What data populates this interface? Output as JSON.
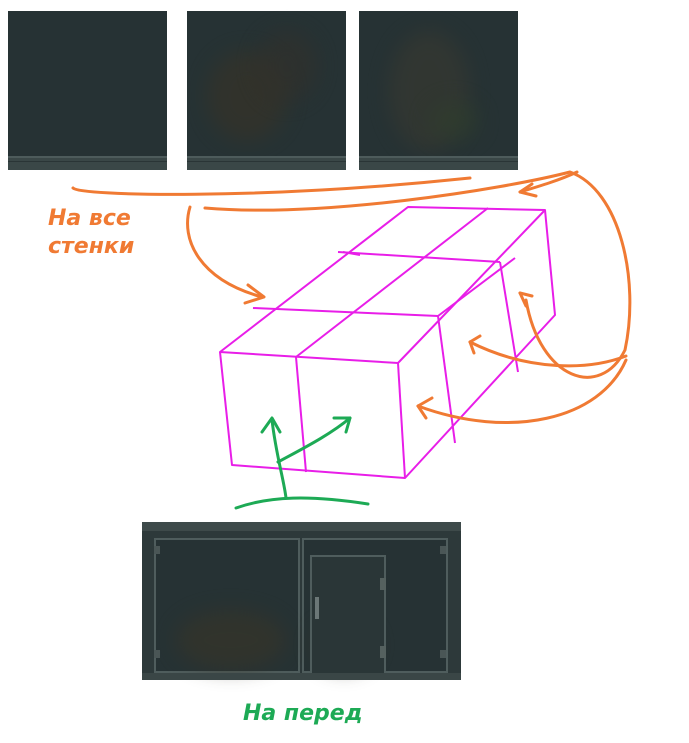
{
  "labels": {
    "all_walls_line1": "На все",
    "all_walls_line2": "стенки",
    "front": "На перед"
  },
  "colors": {
    "orange_annotation": "#f07a33",
    "green_annotation": "#1daa55",
    "wireframe": "#e81ee8",
    "texture_dark": "#263234"
  },
  "textures": {
    "wall_tiles": [
      "plain",
      "foliage",
      "foliage"
    ],
    "front_panel": "door-with-windows"
  }
}
